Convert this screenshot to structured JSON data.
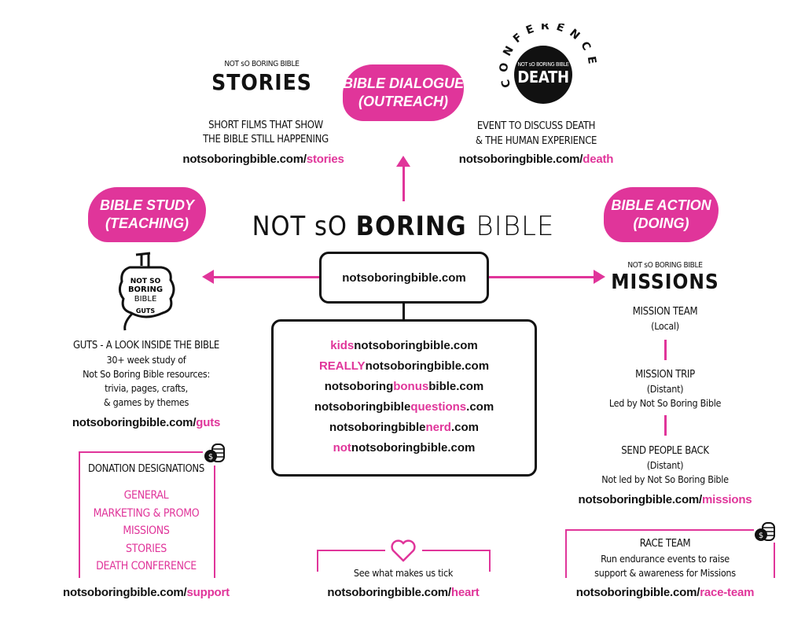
{
  "title": {
    "pre": "NOT sO ",
    "bold": "BORING",
    "post": " BIBLE"
  },
  "center": {
    "main_url": "notsoboringbible.com",
    "domains": [
      {
        "a": "",
        "b": "kids",
        "c": "notsoboringbible.com"
      },
      {
        "a": "",
        "b": "REALLY",
        "c": "notsoboringbible.com"
      },
      {
        "a": "notsoboring",
        "b": "bonus",
        "c": "bible.com"
      },
      {
        "a": "notsoboringbible",
        "b": "questions",
        "c": ".com"
      },
      {
        "a": "notsoboringbible",
        "b": "nerd",
        "c": ".com"
      },
      {
        "a": "",
        "b": "not",
        "c": "notsoboringbible.com"
      }
    ]
  },
  "dialogue": {
    "line1": "BIBLE DIALOGUE",
    "line2": "(OUTREACH)"
  },
  "study": {
    "line1": "BIBLE STUDY",
    "line2": "(TEACHING)"
  },
  "action": {
    "line1": "BIBLE ACTION",
    "line2": "(DOING)"
  },
  "stories": {
    "logo_small": "NOT sO BORING BIBLE",
    "logo_big": "STORIES",
    "desc1": "SHORT FILMS THAT SHOW",
    "desc2": "THE BIBLE STILL HAPPENING",
    "url_base": "notsoboringbible.com/",
    "url_path": "stories"
  },
  "death": {
    "logo_small": "NOT sO BORING BIBLE",
    "logo_big": "DEATH",
    "ring": "CONFERENCE",
    "desc1": "EVENT TO DISCUSS DEATH",
    "desc2": "& THE HUMAN EXPERIENCE",
    "url_base": "notsoboringbible.com/",
    "url_path": "death"
  },
  "guts": {
    "logo_l1": "NOT SO",
    "logo_l2": "BORING",
    "logo_l3": "BIBLE",
    "logo_l4": "GUTS",
    "heading": "GUTS - A LOOK INSIDE THE BIBLE",
    "lines": [
      "30+ week study of",
      "Not So Boring Bible resources:",
      "trivia, pages, crafts,",
      "& games by themes"
    ],
    "url_base": "notsoboringbible.com/",
    "url_path": "guts"
  },
  "missions": {
    "logo_small": "NOT sO BORING BIBLE",
    "logo_big": "MISSIONS",
    "team": {
      "title": "MISSION TEAM",
      "sub": "(Local)"
    },
    "trip": {
      "title": "MISSION TRIP",
      "sub": "(Distant)",
      "note": "Led by Not So Boring Bible"
    },
    "back": {
      "title": "SEND PEOPLE BACK",
      "sub": "(Distant)",
      "note": "Not led by Not So Boring Bible"
    },
    "url_base": "notsoboringbible.com/",
    "url_path": "missions"
  },
  "donation": {
    "heading": "DONATION DESIGNATIONS",
    "items": [
      "GENERAL",
      "MARKETING & PROMO",
      "MISSIONS",
      "STORIES",
      "DEATH CONFERENCE"
    ],
    "url_base": "notsoboringbible.com/",
    "url_path": "support"
  },
  "heart": {
    "text": "See what makes us tick",
    "url_base": "notsoboringbible.com/",
    "url_path": "heart"
  },
  "race": {
    "heading": "RACE TEAM",
    "line1": "Run endurance events to raise",
    "line2": "support & awareness for Missions",
    "url_base": "notsoboringbible.com/",
    "url_path": "race-team"
  },
  "colors": {
    "accent": "#e0359a",
    "ink": "#111111"
  }
}
